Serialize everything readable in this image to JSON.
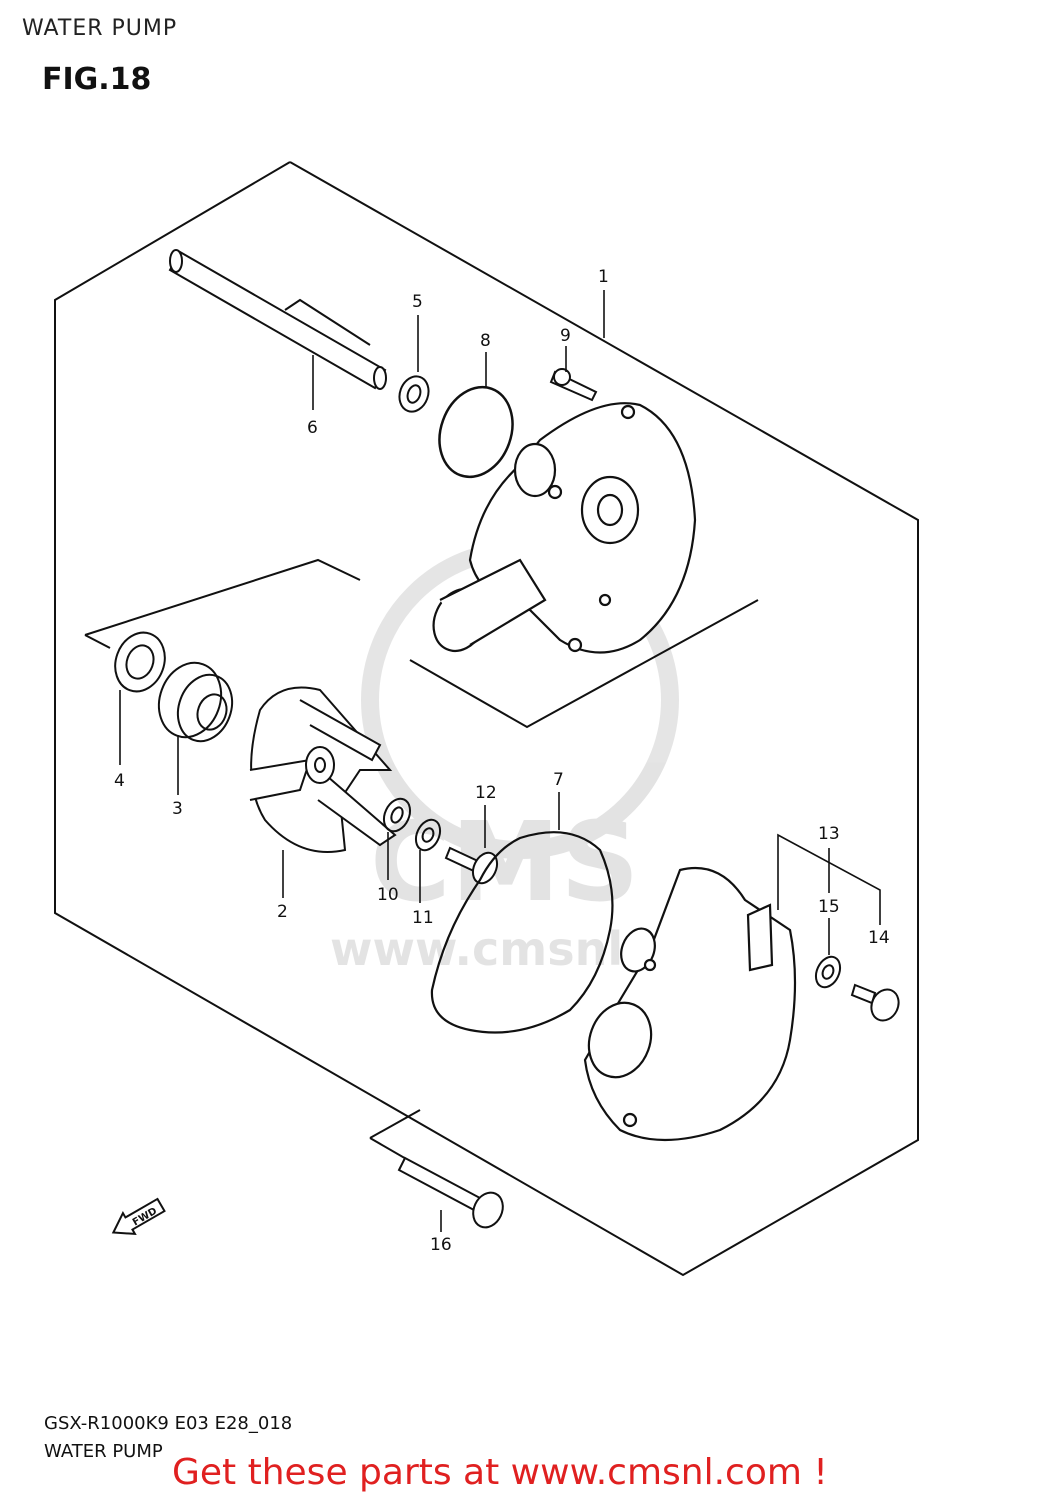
{
  "header": {
    "title": "WATER PUMP",
    "figure": "FIG.18"
  },
  "diagram": {
    "watermark": "www.cmsnl.com",
    "watermark_logo": "CMS",
    "fwd_label": "FWD",
    "callouts": [
      "1",
      "2",
      "3",
      "4",
      "5",
      "6",
      "7",
      "8",
      "9",
      "10",
      "11",
      "12",
      "13",
      "14",
      "15",
      "16"
    ]
  },
  "footer": {
    "model_code": "GSX-R1000K9 E03 E28_018",
    "name": "WATER PUMP",
    "link_text": "Get these parts at www.cmsnl.com !",
    "link_color": "#e02020"
  }
}
